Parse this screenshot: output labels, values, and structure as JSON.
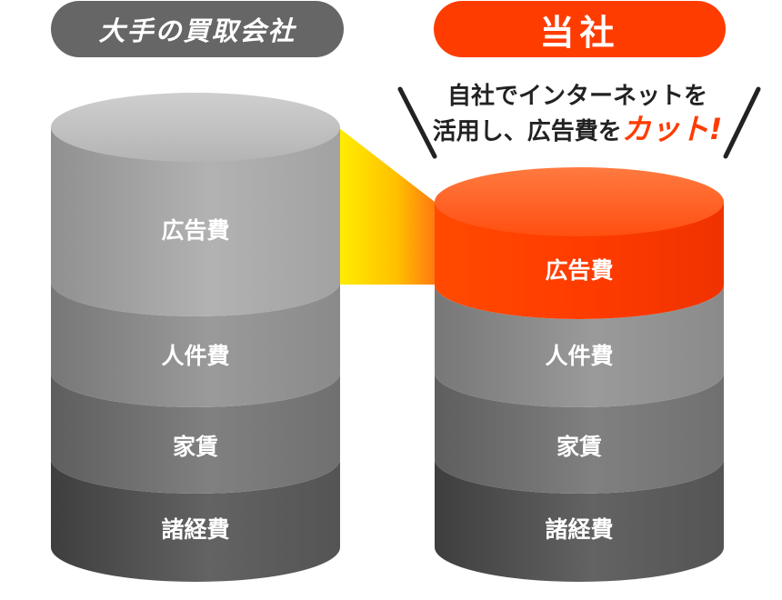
{
  "header": {
    "competitor_label": "大手の買取会社",
    "ours_label": "当社"
  },
  "callout": {
    "line1": "自社でインターネットを",
    "line2_prefix": "活用し、広告費を",
    "line2_accent": "カット!"
  },
  "left_cylinder": {
    "segments": [
      {
        "label": "広告費"
      },
      {
        "label": "人件費"
      },
      {
        "label": "家賃"
      },
      {
        "label": "諸経費"
      }
    ]
  },
  "right_cylinder": {
    "segments": [
      {
        "label": "広告費"
      },
      {
        "label": "人件費"
      },
      {
        "label": "家賃"
      },
      {
        "label": "諸経費"
      }
    ]
  },
  "colors": {
    "accent": "#ff3c00",
    "pill_gray": "#666666",
    "connector_yellow": "#ffee00"
  }
}
